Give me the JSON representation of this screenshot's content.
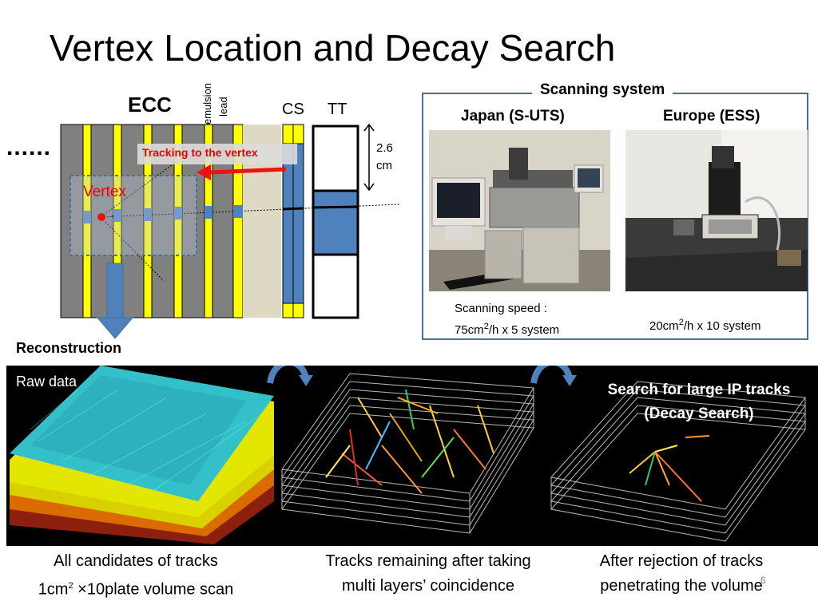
{
  "title": "Vertex Location and Decay Search",
  "ecc": {
    "label": "ECC",
    "emulsion_label": "emulsion",
    "lead_label": "lead",
    "cs_label": "CS",
    "tt_label": "TT",
    "dimension_value": "2.6",
    "dimension_unit": "cm",
    "dots": "......",
    "tracking_label": "Tracking to the vertex",
    "vertex_label": "Vertex"
  },
  "scanning_system": {
    "title": "Scanning system",
    "japan_title": "Japan (S-UTS)",
    "europe_title": "Europe (ESS)",
    "japan_speed_line1": "Scanning speed :",
    "japan_speed_value": "75cm",
    "japan_speed_sup": "2",
    "japan_speed_rest": "/h x 5 system",
    "europe_speed_value": "20cm",
    "europe_speed_sup": "2",
    "europe_speed_rest": "/h x 10 system"
  },
  "reconstruction": {
    "label": "Reconstruction",
    "raw_label": "Raw data",
    "search_label_line1": "Search for large IP tracks",
    "search_label_line2": "(Decay Search)"
  },
  "captions": {
    "cap1_line1": "All candidates of tracks",
    "cap1_line2_a": "1cm",
    "cap1_line2_sup": "2",
    "cap1_line2_b": " ×10plate volume scan",
    "cap2_line1": "Tracks remaining after taking",
    "cap2_line2": "multi layers’ coincidence",
    "cap3_line1": "After rejection of tracks",
    "cap3_line2": "penetrating the volume"
  },
  "page_number": "6",
  "colors": {
    "lead": "#808080",
    "emulsion": "#ffff00",
    "cs_blue": "#4f81bd",
    "accent_red": "#ee1111",
    "box_blue": "#41719c"
  }
}
